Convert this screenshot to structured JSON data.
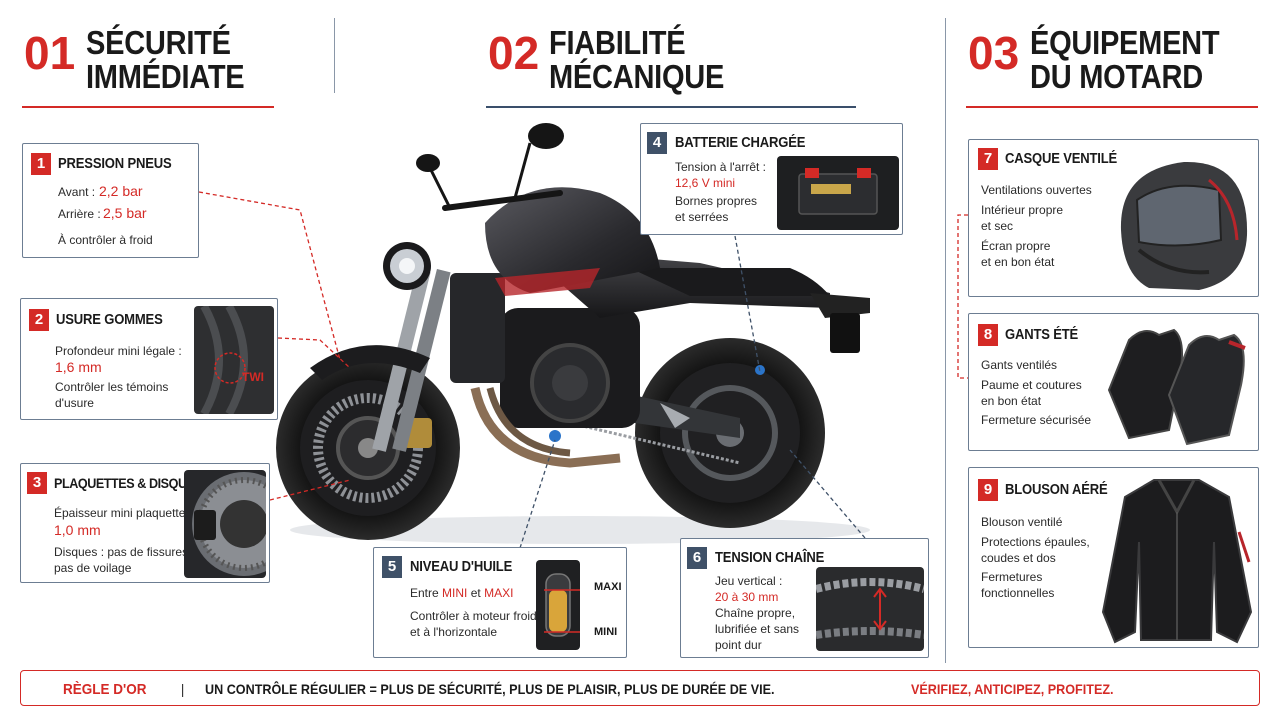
{
  "columns": [
    {
      "num": "01",
      "title_line1": "SÉCURITÉ",
      "title_line2": "IMMÉDIATE"
    },
    {
      "num": "02",
      "title_line1": "FIABILITÉ",
      "title_line2": "MÉCANIQUE"
    },
    {
      "num": "03",
      "title_line1": "ÉQUIPEMENT",
      "title_line2": "DU MOTARD"
    }
  ],
  "cards": {
    "c1": {
      "num": "1",
      "title": "PRESSION PNEUS",
      "front_label": "Avant :",
      "front_value": "2,2 bar",
      "rear_label": "Arrière :",
      "rear_value": "2,5 bar",
      "note": "À contrôler à froid"
    },
    "c2": {
      "num": "2",
      "title": "USURE GOMMES",
      "line1": "Profondeur mini légale :",
      "value": "1,6 mm",
      "line2": "Contrôler les témoins",
      "line3": "d'usure",
      "thumb_label": "TWI"
    },
    "c3": {
      "num": "3",
      "title": "PLAQUETTES & DISQUES",
      "line1": "Épaisseur mini plaquettes :",
      "value": "1,0 mm",
      "line2": "Disques : pas de fissures,",
      "line3": "pas de voilage"
    },
    "c4": {
      "num": "4",
      "title": "BATTERIE CHARGÉE",
      "line1": "Tension à l'arrêt :",
      "value": "12,6 V mini",
      "line2": "Bornes propres",
      "line3": "et serrées"
    },
    "c5": {
      "num": "5",
      "title": "NIVEAU D'HUILE",
      "pre": "Entre",
      "mini": "MINI",
      "et": "et",
      "maxi": "MAXI",
      "line2": "Contrôler à moteur froid",
      "line3": "et à l'horizontale",
      "gauge_max": "MAXI",
      "gauge_min": "MINI"
    },
    "c6": {
      "num": "6",
      "title": "TENSION CHAÎNE",
      "line1": "Jeu vertical :",
      "value": "20 à 30 mm",
      "line2": "Chaîne propre,",
      "line3": "lubrifiée et sans",
      "line4": "point dur"
    },
    "c7": {
      "num": "7",
      "title": "CASQUE VENTILÉ",
      "line1": "Ventilations ouvertes",
      "line2": "Intérieur propre",
      "line3": "et sec",
      "line4": "Écran propre",
      "line5": "et en bon état"
    },
    "c8": {
      "num": "8",
      "title": "GANTS ÉTÉ",
      "line1": "Gants ventilés",
      "line2": "Paume et coutures",
      "line3": "en bon état",
      "line4": "Fermeture sécurisée"
    },
    "c9": {
      "num": "9",
      "title": "BLOUSON AÉRÉ",
      "line1": "Blouson ventilé",
      "line2": "Protections épaules,",
      "line3": "coudes et dos",
      "line4": "Fermetures",
      "line5": "fonctionnelles"
    }
  },
  "footer": {
    "rule_label": "RÈGLE D'OR",
    "separator": "|",
    "message": "UN CONTRÔLE RÉGULIER  =  PLUS DE SÉCURITÉ, PLUS DE PLAISIR, PLUS DE DURÉE DE VIE.",
    "slogan": "VÉRIFIEZ, ANTICIPEZ, PROFITEZ."
  },
  "colors": {
    "accent": "#d42a26",
    "navy": "#3f5168",
    "border": "#6c7d92"
  }
}
